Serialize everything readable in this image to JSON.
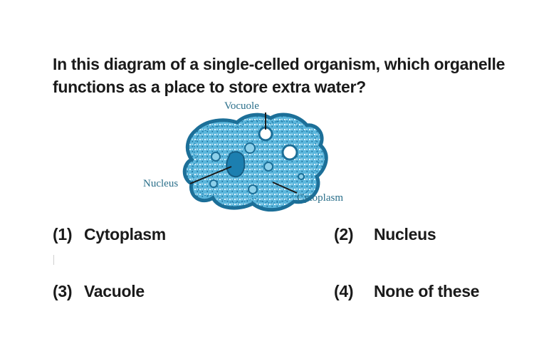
{
  "question": {
    "text": "In this diagram of a single-celled organism, which organelle functions as a place to store extra water?"
  },
  "diagram": {
    "labels": {
      "vacuole": "Vocuole",
      "nucleus": "Nucleus",
      "cytoplasm": "Cytoplasm"
    },
    "colors": {
      "cell_fill": "#3ea6cf",
      "cell_outline": "#1c6f98",
      "label_text": "#2a6f8a"
    }
  },
  "options": [
    {
      "number": "(1)",
      "label": "Cytoplasm"
    },
    {
      "number": "(2)",
      "label": "Nucleus"
    },
    {
      "number": "(3)",
      "label": "Vacuole"
    },
    {
      "number": "(4)",
      "label": "None of these"
    }
  ]
}
